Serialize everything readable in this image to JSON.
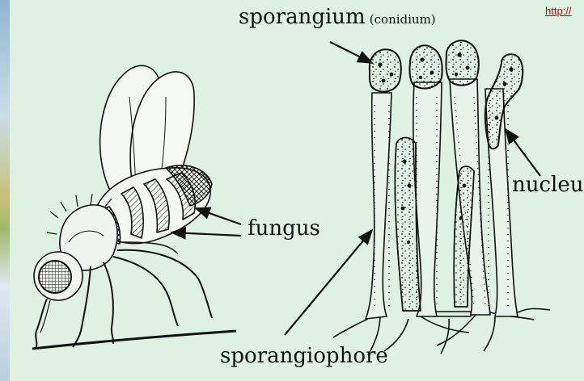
{
  "labels": {
    "sporangium": "sporangium",
    "conidium": "(conidium)",
    "nucleus": "nucleus",
    "fungus": "fungus",
    "sporangiophore": "sporangiophore"
  },
  "url_text": "http://",
  "colors": {
    "background": "#dff1e3",
    "ink": "#111111",
    "link": "#b01010"
  }
}
